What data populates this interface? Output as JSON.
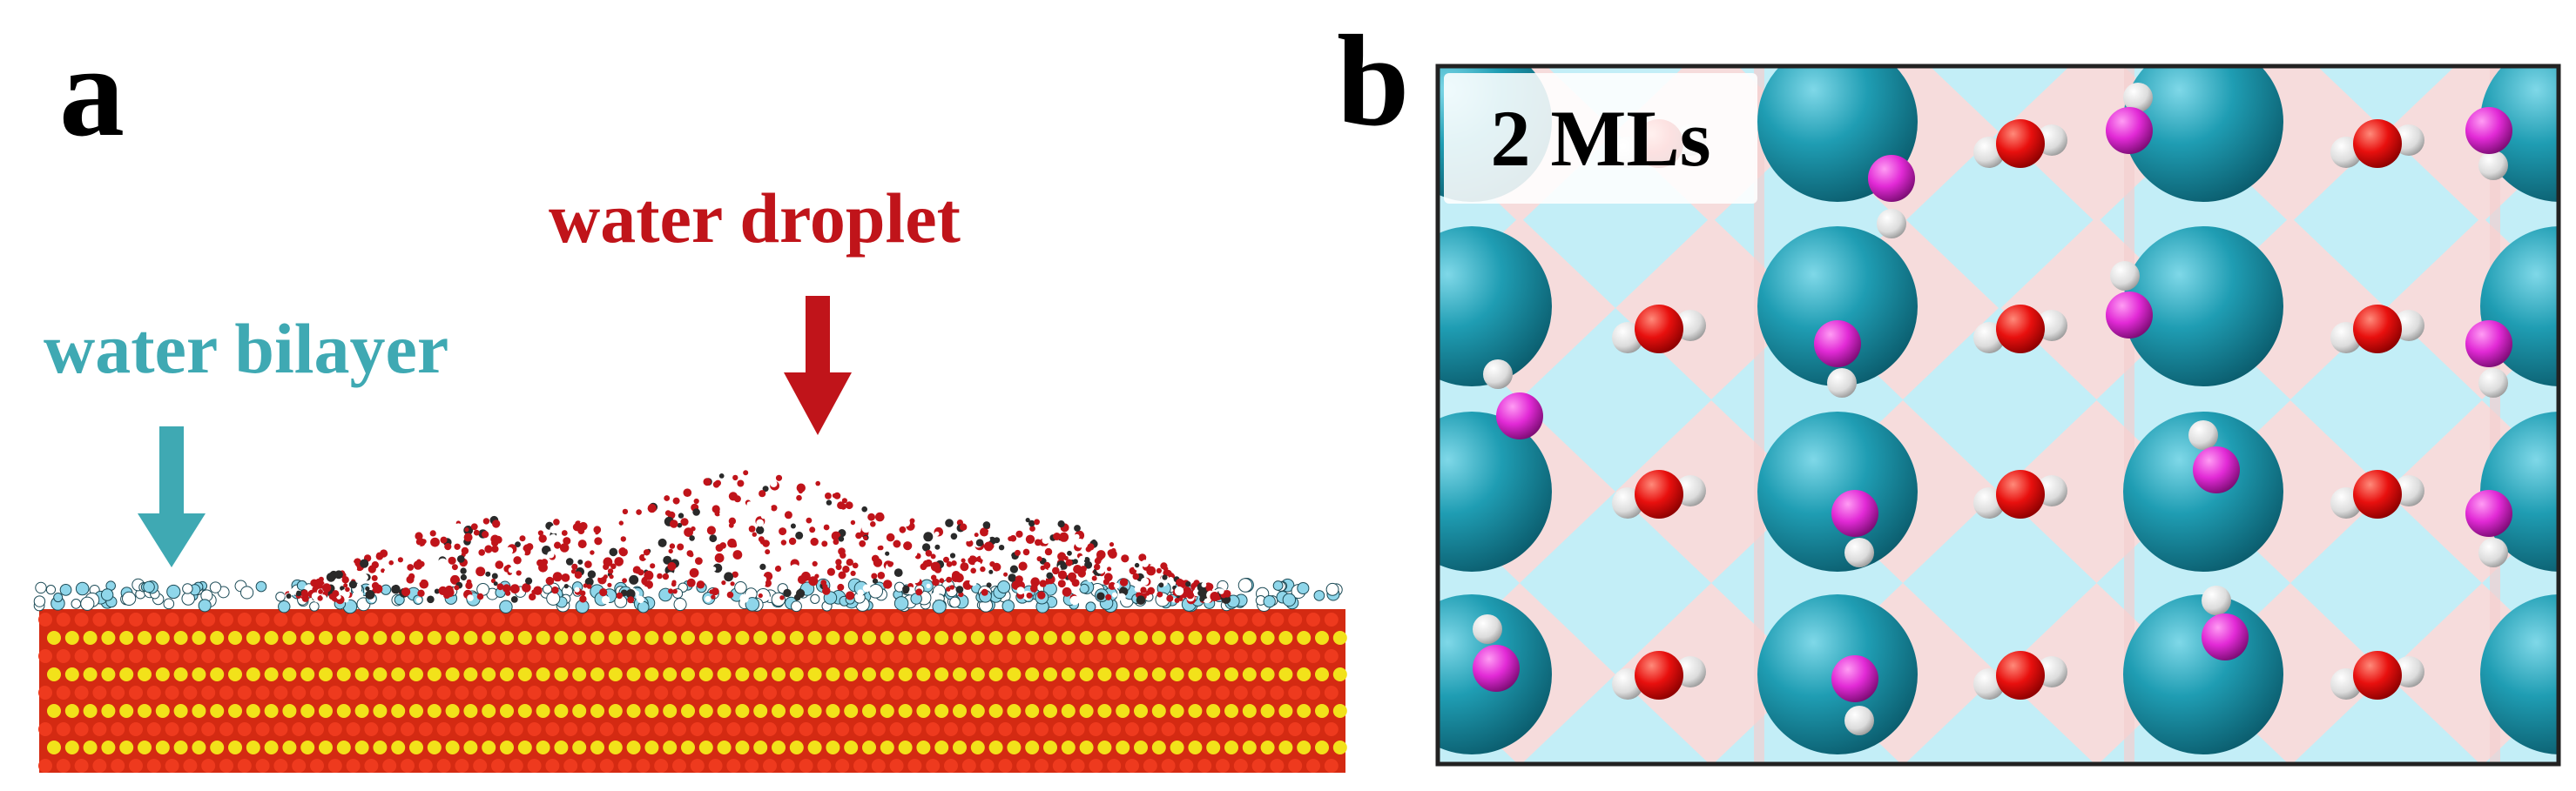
{
  "panels": {
    "a": {
      "letter": "a",
      "label_droplet": "water droplet",
      "label_bilayer": "water bilayer",
      "colors": {
        "droplet": "#c0141a",
        "bilayer": "#3fa9b3",
        "substrate_oxygen": "#d42a12",
        "substrate_metal": "#f2e21a",
        "bilayer_molecules": "#8fd6ea"
      }
    },
    "b": {
      "letter": "b",
      "coverage_label": "2 MLs",
      "colors": {
        "large_atom": "#1f9db3",
        "water_oxygen": "#e8100e",
        "hydroxyl_oxygen": "#e22ad6",
        "hydrogen": "#e6e6e6",
        "tile_cyan": "#c3eef7",
        "tile_pink": "#f6dcdc"
      }
    }
  }
}
